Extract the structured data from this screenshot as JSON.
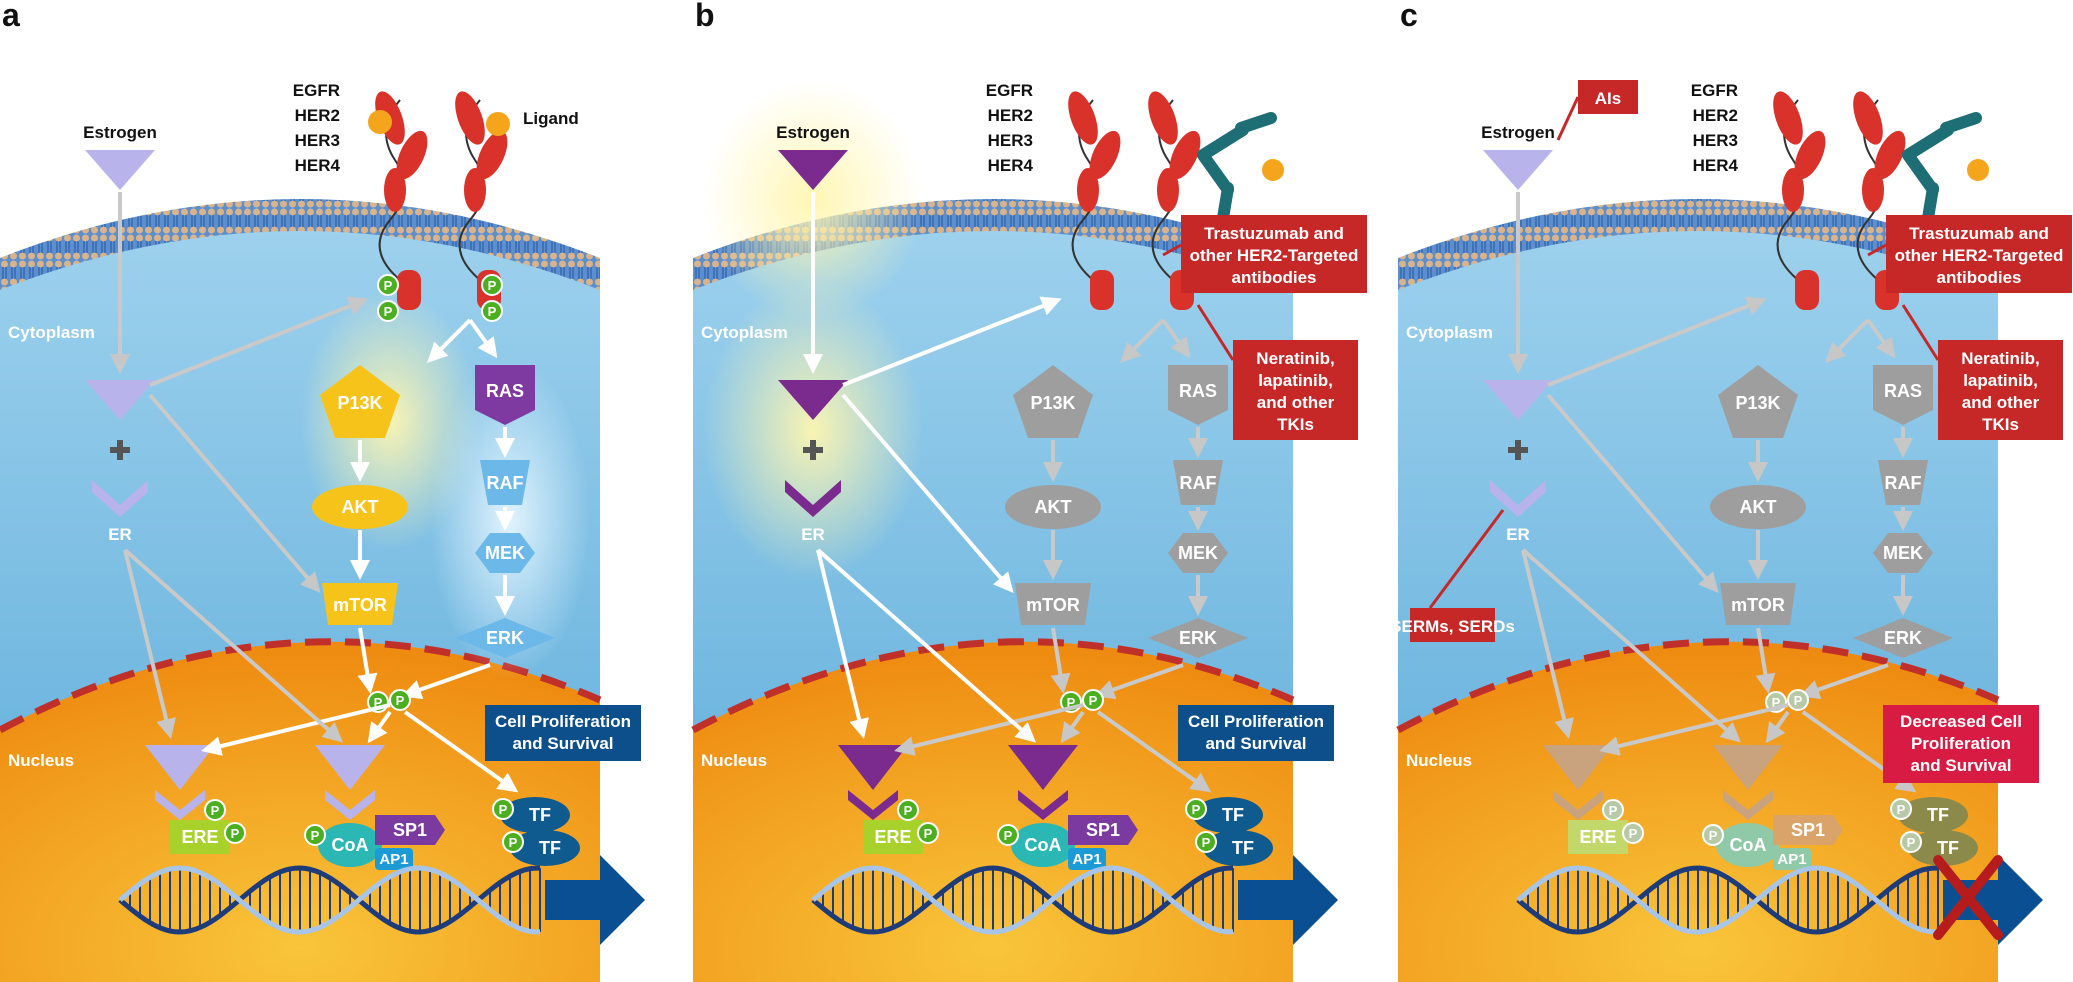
{
  "panels": [
    {
      "letter": "a",
      "mode": "active",
      "labels": {
        "estrogen": "Estrogen",
        "receptors": [
          "EGFR",
          "HER2",
          "HER3",
          "HER4"
        ],
        "ligand": "Ligand",
        "cytoplasm": "Cytoplasm",
        "nucleus": "Nucleus",
        "er": "ER"
      },
      "nodes": {
        "p13k": "P13K",
        "akt": "AKT",
        "mtor": "mTOR",
        "ras": "RAS",
        "raf": "RAF",
        "mek": "MEK",
        "erk": "ERK"
      },
      "nuclear": {
        "ere": "ERE",
        "coa": "CoA",
        "sp1": "SP1",
        "ap1": "AP1",
        "tf": "TF",
        "p": "P"
      },
      "outcome": "Cell Proliferation and Survival",
      "drugs": []
    },
    {
      "letter": "b",
      "mode": "estrogen",
      "labels": {
        "estrogen": "Estrogen",
        "receptors": [
          "EGFR",
          "HER2",
          "HER3",
          "HER4"
        ],
        "ligand": "",
        "cytoplasm": "Cytoplasm",
        "nucleus": "Nucleus",
        "er": "ER"
      },
      "nodes": {
        "p13k": "P13K",
        "akt": "AKT",
        "mtor": "mTOR",
        "ras": "RAS",
        "raf": "RAF",
        "mek": "MEK",
        "erk": "ERK"
      },
      "nuclear": {
        "ere": "ERE",
        "coa": "CoA",
        "sp1": "SP1",
        "ap1": "AP1",
        "tf": "TF",
        "p": "P"
      },
      "outcome": "Cell Proliferation and Survival",
      "drugs": [
        {
          "key": "antibodies",
          "text": "Trastuzumab and other HER2-Targeted antibodies"
        },
        {
          "key": "tki",
          "text": "Neratinib, lapatinib, and other TKIs"
        }
      ]
    },
    {
      "letter": "c",
      "mode": "blocked",
      "labels": {
        "estrogen": "Estrogen",
        "receptors": [
          "EGFR",
          "HER2",
          "HER3",
          "HER4"
        ],
        "ligand": "",
        "cytoplasm": "Cytoplasm",
        "nucleus": "Nucleus",
        "er": "ER"
      },
      "nodes": {
        "p13k": "P13K",
        "akt": "AKT",
        "mtor": "mTOR",
        "ras": "RAS",
        "raf": "RAF",
        "mek": "MEK",
        "erk": "ERK"
      },
      "nuclear": {
        "ere": "ERE",
        "coa": "CoA",
        "sp1": "SP1",
        "ap1": "AP1",
        "tf": "TF",
        "p": "P"
      },
      "outcome": "Decreased Cell Proliferation and Survival",
      "drugs": [
        {
          "key": "ais",
          "text": "AIs"
        },
        {
          "key": "antibodies",
          "text": "Trastuzumab and other HER2-Targeted antibodies"
        },
        {
          "key": "tki",
          "text": "Neratinib, lapatinib, and other TKIs"
        },
        {
          "key": "serms",
          "text": "SERMs, SERDs"
        }
      ]
    }
  ],
  "colors": {
    "cytoplasm": "#6cb8e0",
    "nucleus": "#f39c12",
    "membrane": "#3b6fb6",
    "receptor": "#d8322b",
    "estrogen_active": "#7b2a8e",
    "estrogen_pale": "#b9b3ec",
    "pi3k_active": "#f6c31b",
    "ras_active": "#7e3aa0",
    "mapk_active": "#6cb8e8",
    "inactive": "#9e9e9e",
    "drug_box": "#c62828",
    "decreased_box": "#d81b43",
    "outcome_box": "#0d4f8b",
    "phospho": "#4caf1f",
    "dna": "#1f3c7a"
  }
}
